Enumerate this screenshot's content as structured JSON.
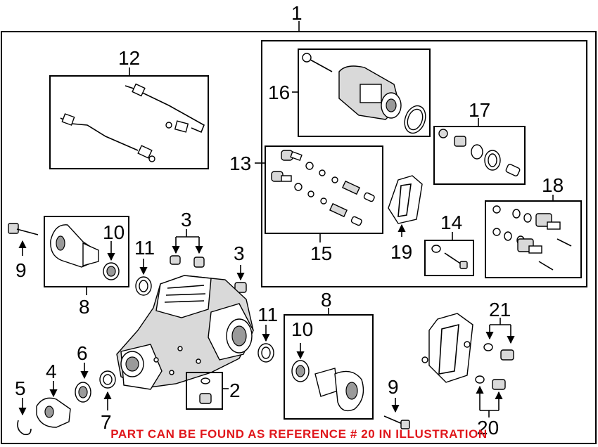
{
  "diagram": {
    "callouts": {
      "c1": "1",
      "c2": "2",
      "c3a": "3",
      "c3b": "3",
      "c4": "4",
      "c5": "5",
      "c6": "6",
      "c7": "7",
      "c8a": "8",
      "c8b": "8",
      "c9a": "9",
      "c9b": "9",
      "c10a": "10",
      "c10b": "10",
      "c11a": "11",
      "c11b": "11",
      "c12": "12",
      "c13": "13",
      "c14": "14",
      "c15": "15",
      "c16": "16",
      "c17": "17",
      "c18": "18",
      "c19": "19",
      "c20": "20",
      "c21": "21"
    },
    "notice": "PART CAN BE FOUND AS REFERENCE # 20 IN ILLUSTRATION"
  },
  "colors": {
    "line": "#000000",
    "notice": "#e0161b",
    "background": "#ffffff"
  }
}
